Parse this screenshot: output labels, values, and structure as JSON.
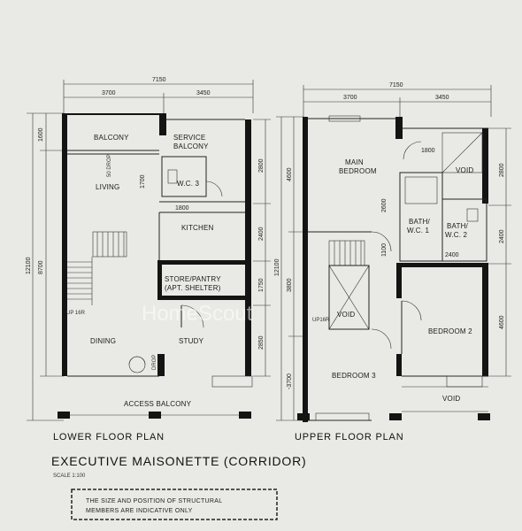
{
  "lower": {
    "dims": {
      "top_total": "7150",
      "top_left": "3700",
      "top_right": "3450",
      "left_1600": "1600",
      "left_8700": "8700",
      "left_12100": "12100",
      "right_2800": "2800",
      "right_2400": "2400",
      "right_1750": "1750",
      "right_2850": "2850",
      "inner_1700": "1700",
      "inner_1800": "1800",
      "inner_50": "50\nDROP"
    },
    "rooms": {
      "balcony": "BALCONY",
      "service_balcony_1": "SERVICE",
      "service_balcony_2": "BALCONY",
      "wc3": "W.C. 3",
      "living": "LIVING",
      "kitchen": "KITCHEN",
      "store_1": "STORE/PANTRY",
      "store_2": "(APT. SHELTER)",
      "up16r": "UP 16R",
      "dining": "DINING",
      "study": "STUDY",
      "drop": "DROP",
      "access_balcony": "ACCESS BALCONY"
    },
    "title": "LOWER FLOOR PLAN"
  },
  "upper": {
    "dims": {
      "top_total": "7150",
      "top_left": "3700",
      "top_right": "3450",
      "left_4600": "4600",
      "left_12100": "12100",
      "left_3800": "3800",
      "left_3700": "-3700",
      "right_2800": "2800",
      "right_2400": "2400",
      "right_4600": "4600",
      "inner_1800": "1800",
      "inner_2600": "2600",
      "inner_1100": "1100",
      "inner_2400": "2400"
    },
    "rooms": {
      "main_bedroom_1": "MAIN",
      "main_bedroom_2": "BEDROOM",
      "void_top": "VOID",
      "bath1_1": "BATH/",
      "bath1_2": "W.C. 1",
      "bath2_1": "BATH/",
      "bath2_2": "W.C. 2",
      "up16r": "UP16R",
      "void_mid": "VOID",
      "bedroom2": "BEDROOM 2",
      "bedroom3": "BEDROOM 3",
      "void_bottom": "VOID"
    },
    "title": "UPPER FLOOR PLAN"
  },
  "main_title": "EXECUTIVE MAISONETTE (CORRIDOR)",
  "scale": "SCALE 1:100",
  "note_1": "THE SIZE AND POSITION OF STRUCTURAL",
  "note_2": "MEMBERS ARE INDICATIVE ONLY",
  "watermark": "HomeScout"
}
